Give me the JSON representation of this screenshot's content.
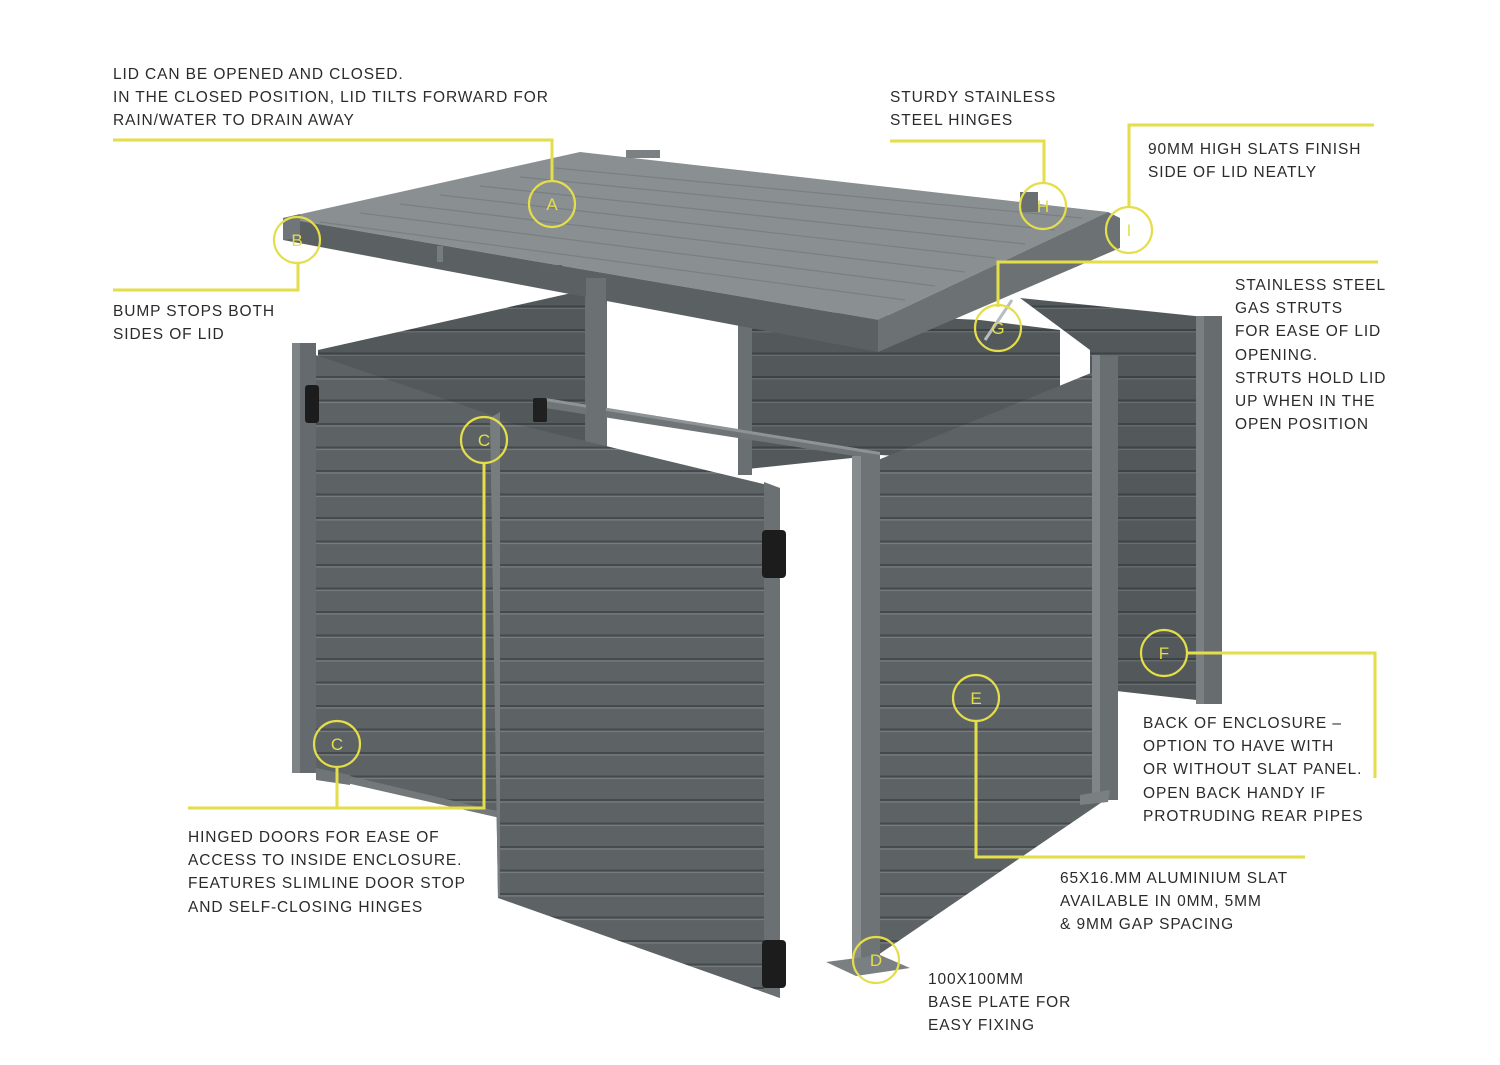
{
  "colors": {
    "callout": "#e3de4a",
    "metal_dark": "#4e5356",
    "metal_mid": "#5f6467",
    "metal_light": "#868b8e",
    "lid_top": "#8a8f92",
    "text": "#2b2b2b"
  },
  "callouts": [
    {
      "id": "A",
      "letter": "A",
      "lines": [
        "LID CAN BE OPENED AND CLOSED.",
        "IN THE CLOSED POSITION, LID TILTS FORWARD FOR",
        "RAIN/WATER TO DRAIN AWAY"
      ]
    },
    {
      "id": "B",
      "letter": "B",
      "lines": [
        "BUMP STOPS BOTH",
        "SIDES OF LID"
      ]
    },
    {
      "id": "C",
      "letter": "C",
      "lines": [
        "HINGED DOORS FOR EASE OF",
        "ACCESS TO INSIDE ENCLOSURE.",
        "FEATURES SLIMLINE DOOR STOP",
        "AND SELF-CLOSING HINGES"
      ]
    },
    {
      "id": "D",
      "letter": "D",
      "lines": [
        "100X100MM",
        "BASE PLATE FOR",
        "EASY FIXING"
      ]
    },
    {
      "id": "E",
      "letter": "E",
      "lines": [
        "65X16.MM ALUMINIUM SLAT",
        "AVAILABLE IN 0MM, 5MM",
        "& 9MM GAP SPACING"
      ]
    },
    {
      "id": "F",
      "letter": "F",
      "lines": [
        "BACK OF ENCLOSURE –",
        "OPTION TO HAVE WITH",
        "OR WITHOUT SLAT PANEL.",
        "OPEN BACK HANDY IF",
        "PROTRUDING REAR PIPES"
      ]
    },
    {
      "id": "G",
      "letter": "G",
      "lines": [
        "STAINLESS STEEL",
        "GAS STRUTS",
        "FOR EASE OF LID",
        "OPENING.",
        "STRUTS HOLD LID",
        "UP WHEN IN THE",
        "OPEN POSITION"
      ]
    },
    {
      "id": "H",
      "letter": "H",
      "lines": [
        "STURDY STAINLESS",
        "STEEL HINGES"
      ]
    },
    {
      "id": "I",
      "letter": "I",
      "lines": [
        "90MM HIGH SLATS FINISH",
        "SIDE OF LID NEATLY"
      ]
    }
  ],
  "marker_c2": {
    "letter": "C"
  }
}
